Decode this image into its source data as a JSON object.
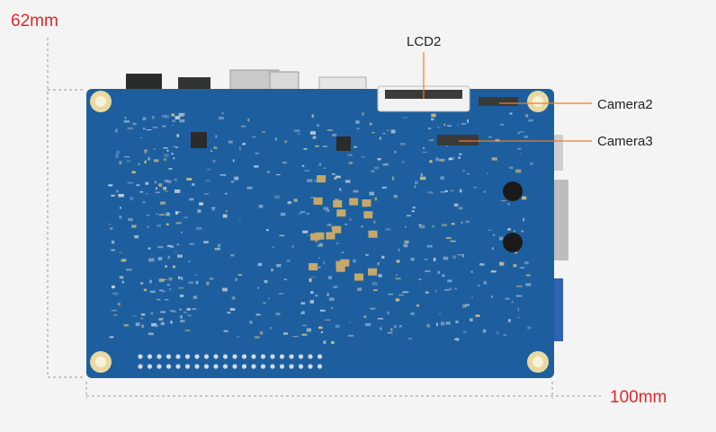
{
  "dimensions": {
    "height": "62mm",
    "width": "100mm"
  },
  "callouts": {
    "lcd": "LCD2",
    "camera2": "Camera2",
    "camera3": "Camera3"
  },
  "colors": {
    "board": "#1d5f9e",
    "board_dark": "#174e85",
    "pad_gold": "#e9d9a0",
    "dimension": "#e02828",
    "callout_line": "#f07a2a"
  }
}
